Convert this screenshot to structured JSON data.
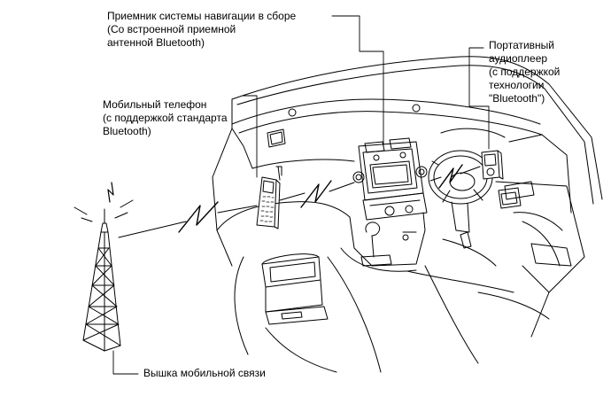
{
  "labels": {
    "nav_receiver": {
      "line1": "Приемник системы навигации в сборе",
      "line2": "(Со встроенной приемной",
      "line3": "антенной Bluetooth)"
    },
    "audio_player": {
      "line1": "Портативный",
      "line2": "аудиоплеер",
      "line3": "(с поддержкой",
      "line4": "технологии",
      "line5": "\"Bluetooth\")"
    },
    "mobile_phone": {
      "line1": "Мобильный телефон",
      "line2": "(с поддержкой стандарта",
      "line3": "Bluetooth)"
    },
    "cell_tower": {
      "line1": "Вышка мобильной связи"
    }
  },
  "colors": {
    "stroke": "#000000",
    "background": "#ffffff"
  }
}
